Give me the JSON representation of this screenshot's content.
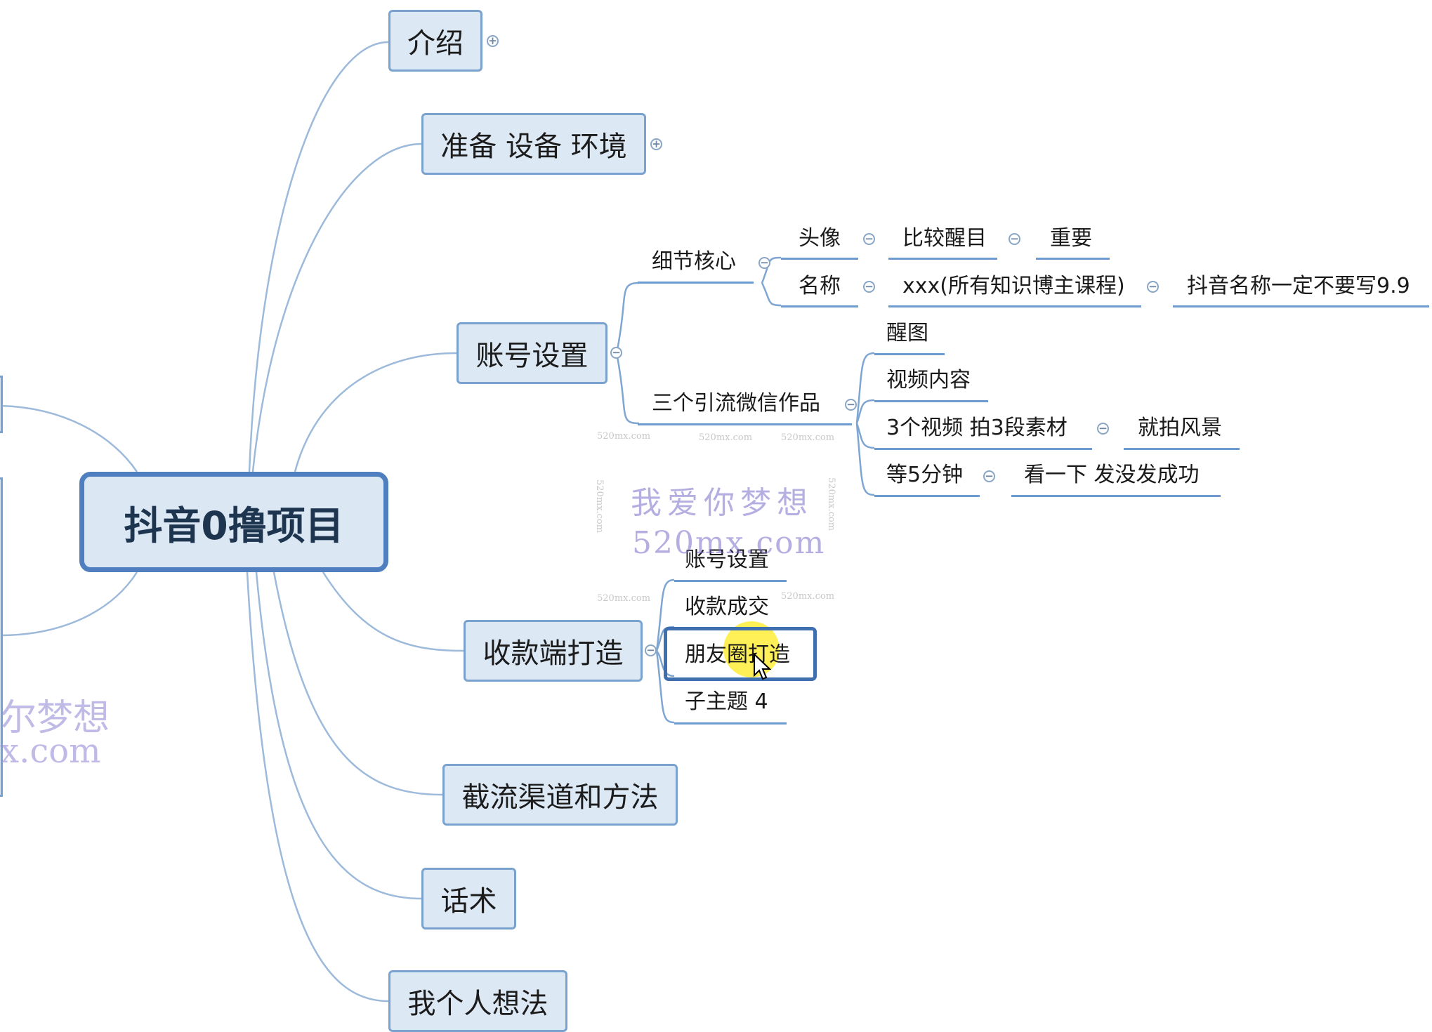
{
  "root": {
    "label": "抖音0撸项目"
  },
  "branches": {
    "intro": {
      "label": "介绍",
      "toggle": "+"
    },
    "prep": {
      "label": "准备 设备 环境",
      "toggle": "+"
    },
    "account": {
      "label": "账号设置",
      "toggle": "−"
    },
    "payment": {
      "label": "收款端打造",
      "toggle": "−"
    },
    "traffic": {
      "label": "截流渠道和方法"
    },
    "script": {
      "label": "话术"
    },
    "ideas": {
      "label": "我个人想法"
    }
  },
  "account_children": {
    "detail_core": {
      "label": "细节核心",
      "avatar": {
        "label": "头像",
        "child": "比较醒目",
        "grandchild": "重要"
      },
      "name": {
        "label": "名称",
        "child": "xxx(所有知识博主课程)",
        "grandchild": "抖音名称一定不要写9.9"
      }
    },
    "three_works": {
      "label": "三个引流微信作品",
      "items": {
        "eye_catching": "醒图",
        "video_content": "视频内容",
        "three_videos": {
          "label": "3个视频  拍3段素材",
          "child": "就拍风景"
        },
        "wait_five": {
          "label": "等5分钟",
          "child": "看一下 发没发成功"
        }
      }
    }
  },
  "payment_children": {
    "account_setup": "账号设置",
    "payment_deal": "收款成交",
    "moments": "朋友圈打造",
    "subtopic4": "子主题 4"
  },
  "watermark": {
    "line1": "我爱你梦想",
    "line2": "520mx.com",
    "small": "520mx.com",
    "left_line1": "尔梦想",
    "left_line2": "x.com"
  },
  "colors": {
    "connector": "#8fb0d6",
    "topic_fill": "#dde8f5",
    "topic_border": "#7aa2cf",
    "root_border": "#4f7fbf",
    "highlight": "#ffec28"
  }
}
